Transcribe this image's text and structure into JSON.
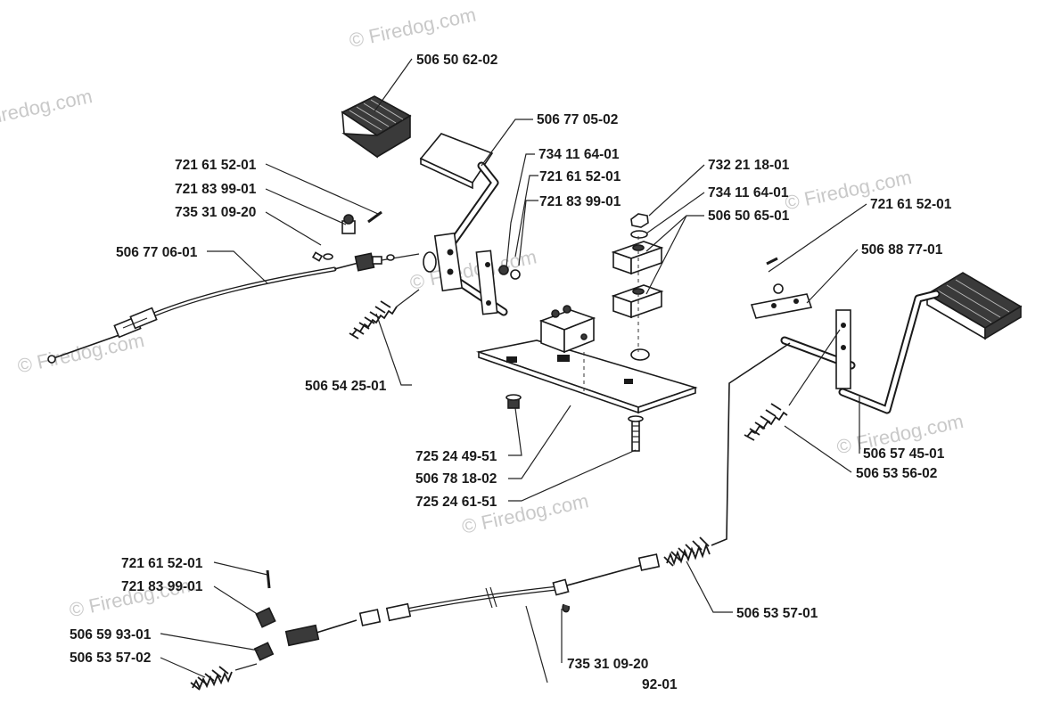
{
  "watermark": "© Firedog.com",
  "labels": {
    "l_506_50_62_02": "506 50 62-02",
    "l_506_77_05_02": "506 77 05-02",
    "l_734_11_64_01_a": "734 11 64-01",
    "l_721_61_52_01_a": "721 61 52-01",
    "l_721_83_99_01_a": "721 83 99-01",
    "l_721_61_52_01_b": "721 61 52-01",
    "l_721_83_99_01_b": "721 83 99-01",
    "l_735_31_09_20_a": "735 31 09-20",
    "l_506_77_06_01": "506 77 06-01",
    "l_732_21_18_01": "732 21 18-01",
    "l_734_11_64_01_b": "734 11 64-01",
    "l_506_50_65_01": "506 50 65-01",
    "l_721_61_52_01_c": "721 61 52-01",
    "l_506_88_77_01": "506 88 77-01",
    "l_506_54_25_01": "506 54 25-01",
    "l_725_24_49_51": "725 24 49-51",
    "l_506_78_18_02": "506 78 18-02",
    "l_725_24_61_51": "725 24 61-51",
    "l_506_57_45_01": "506 57 45-01",
    "l_506_53_56_02": "506 53 56-02",
    "l_721_61_52_01_d": "721 61 52-01",
    "l_721_83_99_01_c": "721 83 99-01",
    "l_506_59_93_01": "506 59 93-01",
    "l_506_53_57_02": "506 53 57-02",
    "l_506_53_57_01": "506 53 57-01",
    "l_735_31_09_20_b": "735 31 09-20",
    "l_92_01": "92-01"
  }
}
